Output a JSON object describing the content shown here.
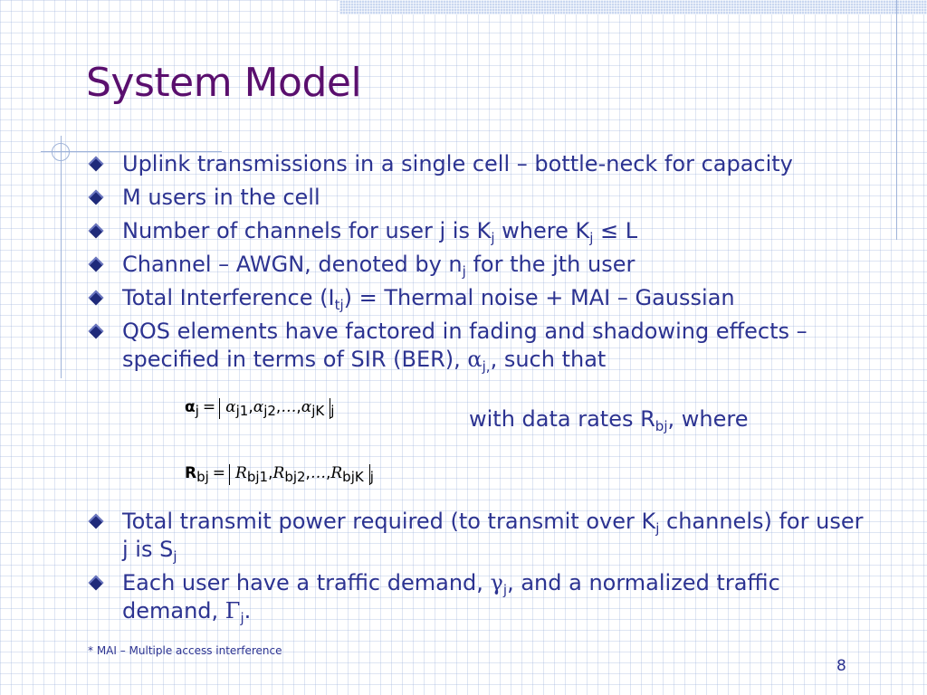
{
  "slide": {
    "title": "System Model",
    "bullets": [
      {
        "parts": [
          {
            "t": "Uplink transmissions in a single cell – bottle-neck for capacity"
          }
        ]
      },
      {
        "parts": [
          {
            "t": "M users in the cell"
          }
        ]
      },
      {
        "parts": [
          {
            "t": "Number of channels for user j is K"
          },
          {
            "sub": "j"
          },
          {
            "t": " where K"
          },
          {
            "sub": "j"
          },
          {
            "t": " ≤ L"
          }
        ]
      },
      {
        "parts": [
          {
            "t": "Channel – AWGN, denoted by n"
          },
          {
            "sub": "j"
          },
          {
            "t": " for the jth user"
          }
        ]
      },
      {
        "parts": [
          {
            "t": "Total Interference (I"
          },
          {
            "sub": "tj"
          },
          {
            "t": ") = Thermal noise + MAI – Gaussian"
          }
        ]
      },
      {
        "parts": [
          {
            "t": "QOS elements have factored in fading and shadowing effects – specified in terms of SIR (BER), "
          },
          {
            "greek": "α"
          },
          {
            "sub": "j,"
          },
          {
            "t": ", such that"
          }
        ]
      }
    ],
    "formula_alpha": {
      "lhs": "α",
      "lhs_sub": "j",
      "eq": "=",
      "terms": [
        {
          "sym": "α",
          "sub": "j1"
        },
        {
          "sym": "α",
          "sub": "j2"
        },
        {
          "sym": "…",
          "sub": ""
        },
        {
          "sym": "α",
          "sub": "jK"
        }
      ],
      "outer_sub": "j"
    },
    "data_rates_text": {
      "before": "with data rates R",
      "sub": "bj",
      "after": ", where"
    },
    "formula_R": {
      "lhs": "R",
      "lhs_sub": "bj",
      "eq": "=",
      "terms": [
        {
          "sym": "R",
          "sub": "bj1"
        },
        {
          "sym": "R",
          "sub": "bj2"
        },
        {
          "sym": "…",
          "sub": ""
        },
        {
          "sym": "R",
          "sub": "bjK"
        }
      ],
      "outer_sub": "j"
    },
    "bullets2": [
      {
        "parts": [
          {
            "t": "Total transmit power required (to transmit over K"
          },
          {
            "sub": "j"
          },
          {
            "t": " channels) for user j is S"
          },
          {
            "sub": "j"
          }
        ]
      },
      {
        "parts": [
          {
            "t": "Each user have a traffic demand, "
          },
          {
            "greek": "γ"
          },
          {
            "sub": "j"
          },
          {
            "t": ", and a normalized traffic demand, "
          },
          {
            "greek": "Γ"
          },
          {
            "sub": "j"
          },
          {
            "t": "."
          }
        ]
      }
    ],
    "footnote": "* MAI – Multiple access interference",
    "page_number": "8"
  }
}
